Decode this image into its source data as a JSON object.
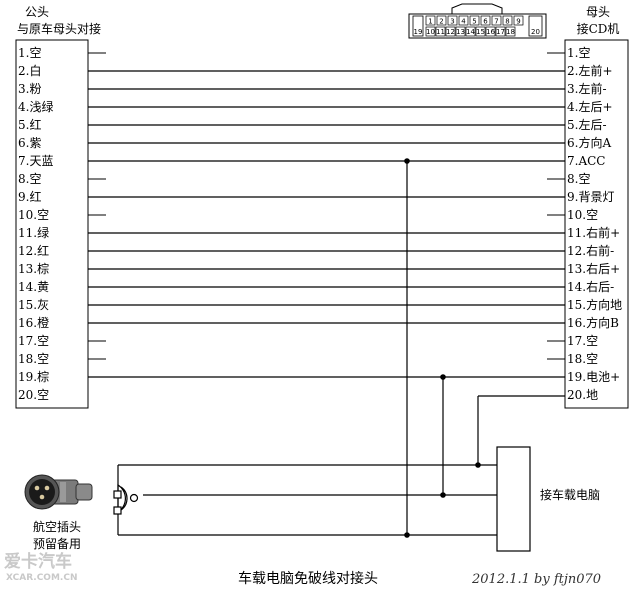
{
  "male_header": {
    "line1": "公头",
    "line2": "与原车母头对接"
  },
  "female_header": {
    "line1": "母头",
    "line2": "接CD机"
  },
  "male_pins": [
    "1.空",
    "2.白",
    "3.粉",
    "4.浅绿",
    "5.红",
    "6.紫",
    "7.天蓝",
    "8.空",
    "9.红",
    "10.空",
    "11.绿",
    "12.红",
    "13.棕",
    "14.黄",
    "15.灰",
    "16.橙",
    "17.空",
    "18.空",
    "19.棕",
    "20.空"
  ],
  "female_pins": [
    "1.空",
    "2.左前+",
    "3.左前-",
    "4.左后+",
    "5.左后-",
    "6.方向A",
    "7.ACC",
    "8.空",
    "9.背景灯",
    "10.空",
    "11.右前+",
    "12.右前-",
    "13.右后+",
    "14.右后-",
    "15.方向地",
    "16.方向B",
    "17.空",
    "18.空",
    "19.电池+",
    "20.地"
  ],
  "connector_top_numbers": [
    "1",
    "2",
    "3",
    "4",
    "5",
    "6",
    "7",
    "8",
    "9"
  ],
  "connector_bottom_numbers": [
    "19",
    "10",
    "11",
    "12",
    "13",
    "14",
    "15",
    "16",
    "17",
    "18",
    "20"
  ],
  "computer_box_label": "接车载电脑",
  "aviation_plug_label": {
    "line1": "航空插头",
    "line2": "预留备用"
  },
  "title": "车载电脑免破线对接头",
  "signature": "2012.1.1 by ftjn070",
  "watermark": {
    "brand": "爱卡汽车",
    "site": "XCAR.COM.CN"
  }
}
